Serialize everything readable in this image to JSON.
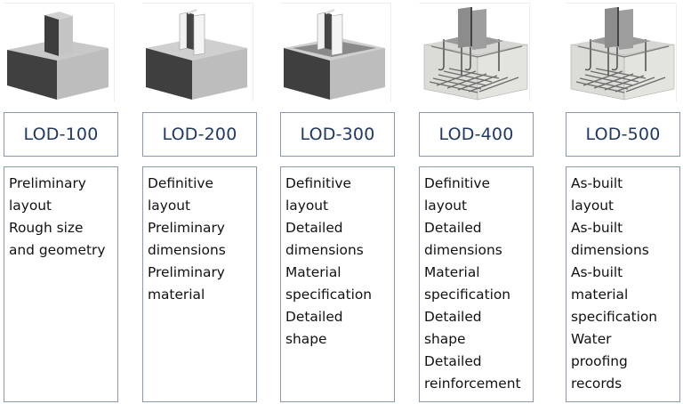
{
  "levels": [
    {
      "label": "LOD-100",
      "illustration": "footing-mass-block-icon",
      "lines": [
        "Preliminary",
        "layout",
        "Rough size",
        "and geometry"
      ]
    },
    {
      "label": "LOD-200",
      "illustration": "footing-with-column-icon",
      "lines": [
        "Definitive",
        "layout",
        "Preliminary",
        "dimensions",
        "Preliminary",
        "material"
      ]
    },
    {
      "label": "LOD-300",
      "illustration": "footing-with-column-baseplate-icon",
      "lines": [
        "Definitive",
        "layout",
        "Detailed",
        "dimensions",
        "Material",
        "specification",
        "Detailed",
        "shape"
      ]
    },
    {
      "label": "LOD-400",
      "illustration": "footing-with-reinforcement-icon",
      "lines": [
        "Definitive",
        "layout",
        "Detailed",
        "dimensions",
        "Material",
        "specification",
        "Detailed",
        "shape",
        "Detailed",
        "reinforcement"
      ]
    },
    {
      "label": "LOD-500",
      "illustration": "footing-as-built-reinforcement-icon",
      "lines": [
        "As-built",
        "layout",
        "As-built",
        "dimensions",
        "As-built",
        "material",
        "specification",
        "Water",
        "proofing",
        "records"
      ]
    }
  ],
  "colors": {
    "label_text": "#1f3864",
    "box_border": "#8b98ad",
    "body_text": "#111111"
  }
}
